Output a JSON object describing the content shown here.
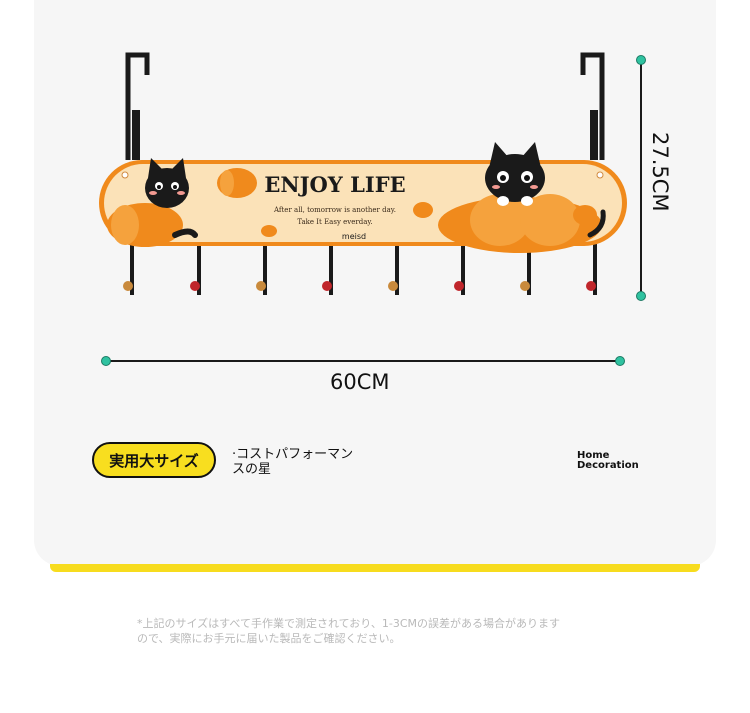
{
  "product": {
    "banner_title": "ENJOY LIFE",
    "banner_line1": "After all, tomorrow is another day.",
    "banner_line2": "Take It Easy everday.",
    "brand": "meisd"
  },
  "dimensions": {
    "width_label": "60CM",
    "height_label": "27.5CM"
  },
  "footer": {
    "badge": "実用大サイズ",
    "performance_line1": "·コストパフォーマン",
    "performance_line2": "スの星",
    "home_line1": "Home",
    "home_line2": "Decoration"
  },
  "note": {
    "line1": "*上記のサイズはすべて手作業で測定されており、1-3CMの誤差がある場合があります",
    "line2": "ので、実際にお手元に届いた製品をご確認ください。"
  },
  "colors": {
    "accent_yellow": "#f8de1f",
    "dimension_dot": "#2fc2a0",
    "pumpkin": "#f08a1c",
    "banner_bg": "#fbe2b8"
  }
}
